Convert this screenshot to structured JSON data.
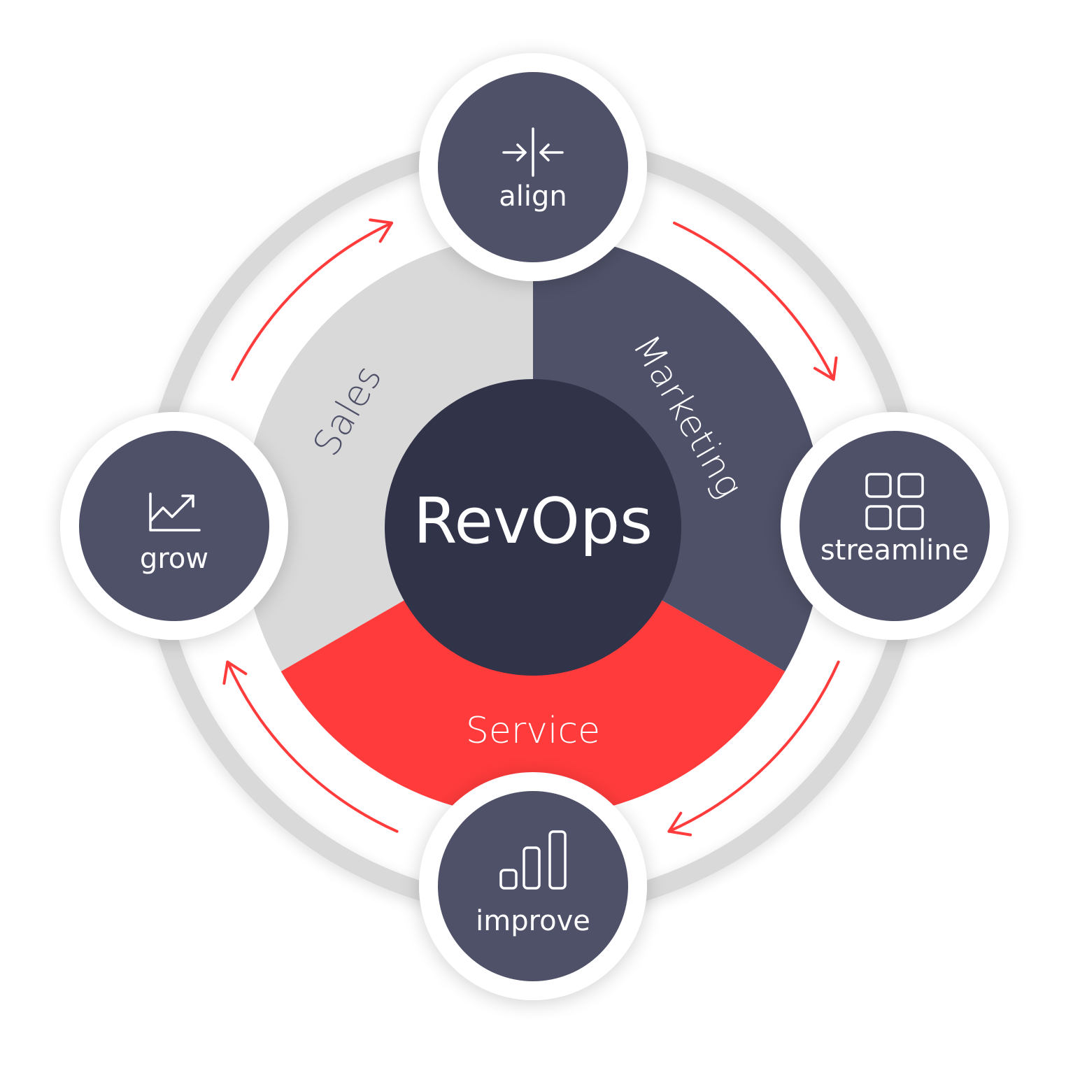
{
  "title": "RevOps",
  "colors": {
    "background": "#ffffff",
    "outer_ring": "#d9d9d9",
    "node_fill": "#4f5169",
    "node_ring": "#ffffff",
    "center_fill": "#313349",
    "sales": "#d9d9d9",
    "marketing": "#4f5169",
    "service": "#ff3b3b",
    "arrow": "#ff3b3b",
    "sales_text": "#4f5169",
    "light_text": "#ffffff"
  },
  "segments": [
    {
      "id": "sales",
      "label": "Sales"
    },
    {
      "id": "marketing",
      "label": "Marketing"
    },
    {
      "id": "service",
      "label": "Service"
    }
  ],
  "nodes": [
    {
      "id": "align",
      "label": "align",
      "icon": "align-center-arrows-icon"
    },
    {
      "id": "streamline",
      "label": "streamline",
      "icon": "grid-four-squares-icon"
    },
    {
      "id": "improve",
      "label": "improve",
      "icon": "bar-chart-icon"
    },
    {
      "id": "grow",
      "label": "grow",
      "icon": "trending-up-chart-icon"
    }
  ],
  "cycle": [
    {
      "from": "grow",
      "to": "align"
    },
    {
      "from": "align",
      "to": "streamline"
    },
    {
      "from": "streamline",
      "to": "improve"
    },
    {
      "from": "improve",
      "to": "grow"
    }
  ]
}
